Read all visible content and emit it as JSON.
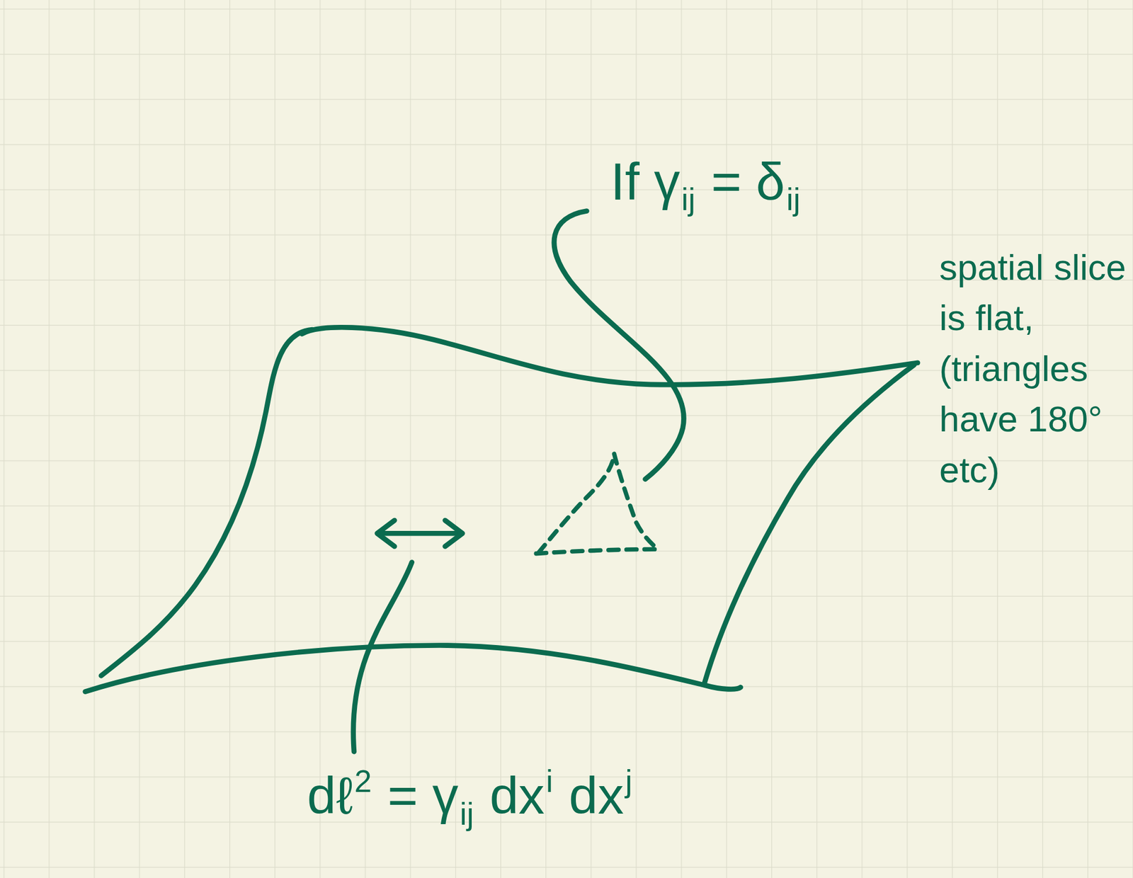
{
  "diagram": {
    "labels": [
      "If γ",
      "ij",
      "= δ",
      "ij",
      "spatial slice is flat, (triangles have 180° etc)",
      "dℓ",
      "2",
      "= γ",
      "ij",
      "dx",
      "i",
      "dx",
      "j"
    ]
  }
}
